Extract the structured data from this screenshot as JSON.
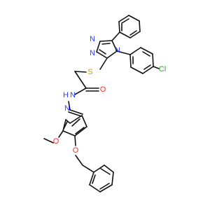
{
  "atoms": {
    "n_top_left": "N",
    "n_bottom_left": "N",
    "n_ring": "N",
    "cl": "Cl",
    "s": "S",
    "o_carbonyl": "O",
    "n_hydrazide": "N",
    "h_hydrazide": "H",
    "n_imine": "N",
    "o_methoxy": "O",
    "o_benzyloxy": "O"
  },
  "colors": {
    "bond": "#111111",
    "nitrogen": "#2b3bff",
    "oxygen": "#ff2b2b",
    "sulfur": "#c8a400",
    "chlorine": "#2aa82a"
  }
}
